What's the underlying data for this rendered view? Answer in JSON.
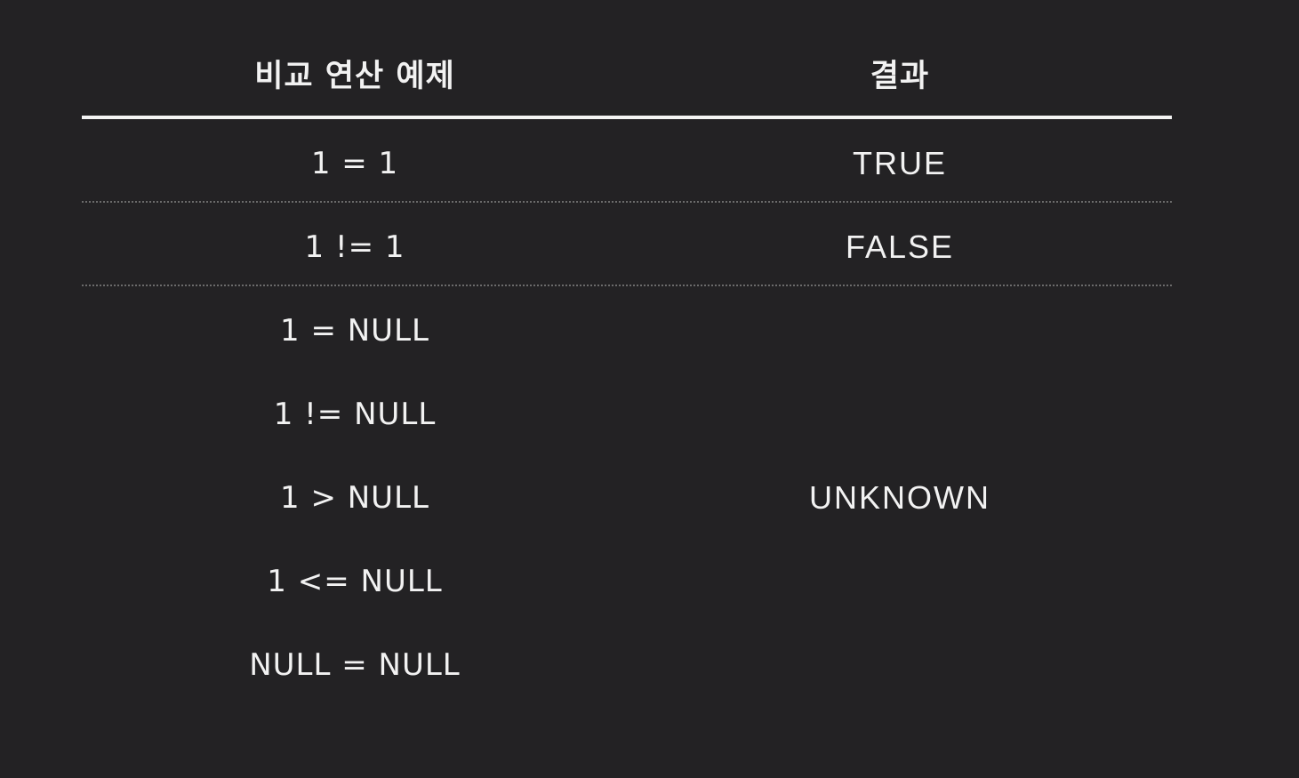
{
  "table": {
    "headers": {
      "example": "비교 연산 예제",
      "result": "결과"
    },
    "rows": [
      {
        "example": "1 = 1",
        "result": "TRUE"
      },
      {
        "example": "1 != 1",
        "result": "FALSE"
      },
      {
        "example": "1 = NULL",
        "result": ""
      },
      {
        "example": "1 != NULL",
        "result": ""
      },
      {
        "example": "1 > NULL",
        "result": "UNKNOWN"
      },
      {
        "example": "1 <= NULL",
        "result": ""
      },
      {
        "example": "NULL = NULL",
        "result": ""
      }
    ]
  },
  "colors": {
    "background": "#232224",
    "text": "#f2f2f2",
    "header_rule": "#f4f4f4",
    "dotted_rule": "#6b6b6b"
  }
}
